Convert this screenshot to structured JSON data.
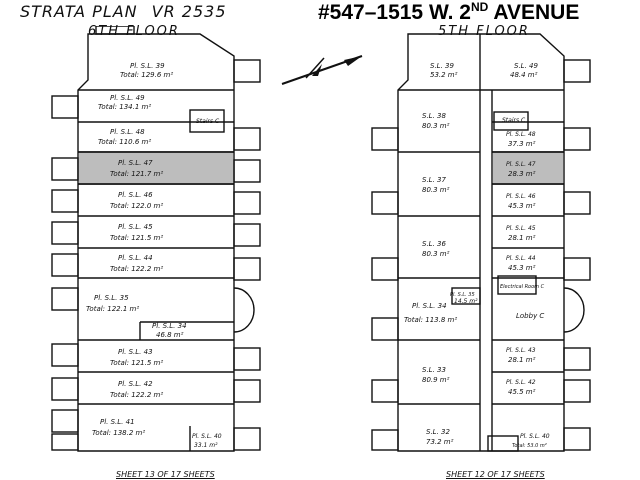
{
  "header": {
    "strata_label": "STRATA PLAN",
    "plan_number": "VR 2535",
    "address_prefix": "#547–1515 W. 2",
    "address_sup": "ND",
    "address_suffix": " AVENUE"
  },
  "left_plan": {
    "floor_label": "6TH FLOOR",
    "sheet_label": "SHEET 13 OF 17 SHEETS",
    "units": [
      {
        "label": "Pl. S.L. 49",
        "area": "Total: 134.1 m²"
      },
      {
        "label": "Pl. S.L. 48",
        "area": "Total: 110.6 m²"
      },
      {
        "label": "Pl. S.L. 47",
        "area": "Total: 121.7 m²"
      },
      {
        "label": "Pl. S.L. 46",
        "area": "Total: 122.0 m²"
      },
      {
        "label": "Pl. S.L. 45",
        "area": "Total: 121.5 m²"
      },
      {
        "label": "Pl. S.L. 44",
        "area": "Total: 122.2 m²"
      },
      {
        "label": "Pl. S.L. 35",
        "area": "Total: 122.1 m²"
      },
      {
        "label": "Pl. S.L. 34",
        "area": "46.8 m²"
      },
      {
        "label": "Pl. S.L. 43",
        "area": "Total: 121.5 m²"
      },
      {
        "label": "Pl. S.L. 42",
        "area": "Total: 122.2 m²"
      },
      {
        "label": "Pl. S.L. 41",
        "area": "Total: 138.2 m²"
      },
      {
        "label": "Pl. S.L. 40",
        "area": "33.1 m²"
      },
      {
        "label": "Pl. S.L. 39",
        "area": "Total: 129.6 m²"
      }
    ],
    "stairs": "Stairs C"
  },
  "right_plan": {
    "floor_label": "5TH FLOOR",
    "sheet_label": "SHEET 12 OF 17 SHEETS",
    "units": [
      {
        "label": "S.L. 39",
        "area": "53.2 m²"
      },
      {
        "label": "S.L. 49",
        "area": "48.4 m²"
      },
      {
        "label": "S.L. 38",
        "area": "80.3 m²"
      },
      {
        "label": "Pl. S.L. 48",
        "area": "37.3 m²"
      },
      {
        "label": "Pl. S.L. 47",
        "area": "28.3 m²"
      },
      {
        "label": "S.L. 37",
        "area": "80.3 m²"
      },
      {
        "label": "Pl. S.L. 46",
        "area": "45.3 m²"
      },
      {
        "label": "Pl. S.L. 45",
        "area": "28.1 m²"
      },
      {
        "label": "S.L. 36",
        "area": "80.3 m²"
      },
      {
        "label": "Pl. S.L. 44",
        "area": "45.3 m²"
      },
      {
        "label": "Pl. S.L. 35",
        "area": "14.5 m²"
      },
      {
        "label": "Pl. S.L. 34",
        "area": "Total: 113.8 m²"
      },
      {
        "label": "S.L. 33",
        "area": "80.9 m²"
      },
      {
        "label": "Pl. S.L. 43",
        "area": "28.1 m²"
      },
      {
        "label": "Pl. S.L. 42",
        "area": "45.5 m²"
      },
      {
        "label": "S.L. 32",
        "area": "73.2 m²"
      },
      {
        "label": "Pl. S.L. 40",
        "area": "Total: 53.0 m²"
      }
    ],
    "lobby": "Lobby C",
    "electrical": "Electrical Room C",
    "stairs": "Stairs C"
  },
  "colors": {
    "highlight": "#bdbdbd",
    "ink": "#111111"
  }
}
